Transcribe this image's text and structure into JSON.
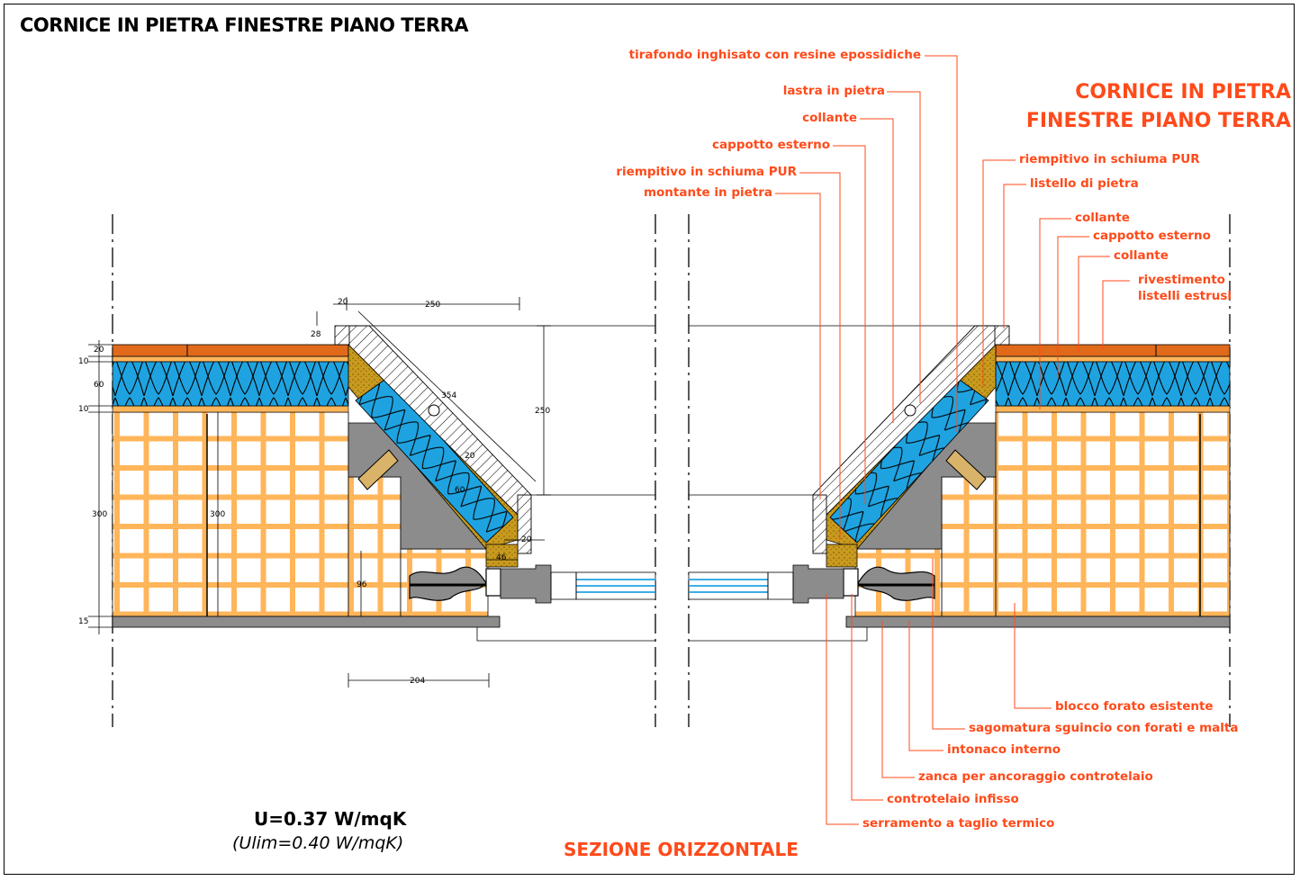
{
  "title": "CORNICE IN PIETRA FINESTRE PIANO TERRA",
  "big_title": {
    "line1": "CORNICE IN PIETRA",
    "line2": "FINESTRE PIANO TERRA"
  },
  "labels_top": [
    "tirafondo inghisato con resine epossidiche",
    "lastra in pietra",
    "collante",
    "cappotto esterno",
    "riempitivo in schiuma PUR",
    "montante in pietra"
  ],
  "labels_right": [
    "riempitivo in schiuma PUR",
    "listello di pietra",
    "collante",
    "cappotto esterno",
    "collante",
    "rivestimento",
    "listelli estrusi"
  ],
  "labels_bottom": [
    "blocco forato esistente",
    "sagomatura sguincio con forati e malta",
    "intonaco interno",
    "zanca per ancoraggio controtelaio",
    "controtelaio infisso",
    "serramento a taglio termico"
  ],
  "dimensions": {
    "d20_top": "20",
    "d250_top": "250",
    "d28": "28",
    "d354": "354",
    "d250_right": "250",
    "d20_diag": "20",
    "d60_diag": "60",
    "d20_bottom": "20",
    "d46": "46",
    "d96": "96",
    "d204": "204",
    "d300_left": "300",
    "d300_inner": "300",
    "d20_left": "20",
    "d10_a": "10",
    "d60_left": "60",
    "d10_b": "10",
    "d15": "15"
  },
  "u_value": "U=0.37 W/mqK",
  "u_lim": "(Ulim=0.40 W/mqK)",
  "section": "SEZIONE ORIZZONTALE",
  "colors": {
    "accent": "#ff4a1a",
    "brick": "#ffb55a",
    "insulation": "#1fa3e0",
    "adhesive": "#c89a1e",
    "plaster": "#8c8c8c",
    "cladding": "#e06a1a"
  }
}
